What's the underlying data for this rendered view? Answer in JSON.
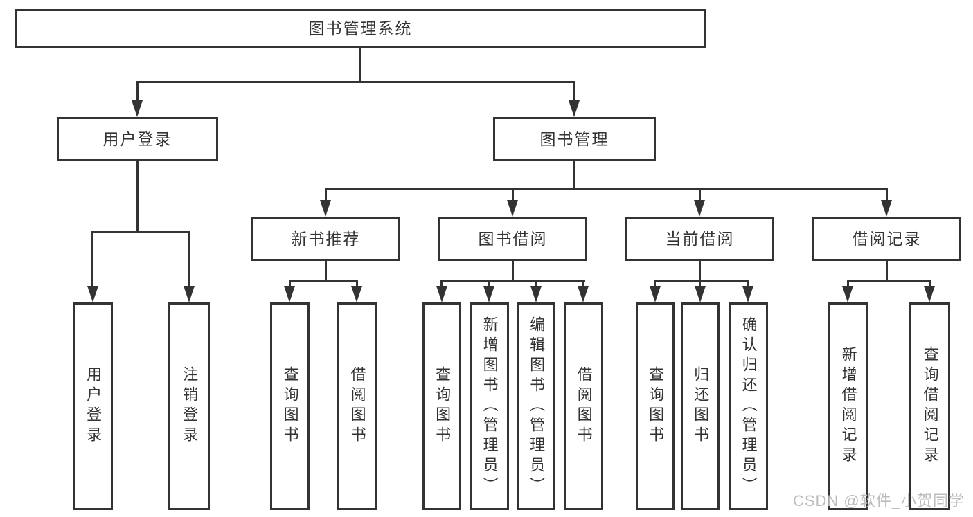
{
  "diagram": {
    "root": {
      "label": "图书管理系统"
    },
    "level2": [
      {
        "label": "用户登录"
      },
      {
        "label": "图书管理"
      }
    ],
    "level3": [
      {
        "label": "新书推荐"
      },
      {
        "label": "图书借阅"
      },
      {
        "label": "当前借阅"
      },
      {
        "label": "借阅记录"
      }
    ],
    "leaves": {
      "user_login": [
        "用户登录",
        "注销登录"
      ],
      "new_book": [
        "查询图书",
        "借阅图书"
      ],
      "book_borrow": [
        "查询图书",
        "新增图书（管理员）",
        "编辑图书（管理员）",
        "借阅图书"
      ],
      "current_borrow": [
        "查询图书",
        "归还图书",
        "确认归还（管理员）"
      ],
      "borrow_records": [
        "新增借阅记录",
        "查询借阅记录"
      ]
    }
  },
  "watermark": {
    "text": "CSDN @软件_小贺同学"
  },
  "colors": {
    "line": "#333333",
    "text": "#333333",
    "watermark": "#bcbcbc",
    "background": "#ffffff"
  }
}
